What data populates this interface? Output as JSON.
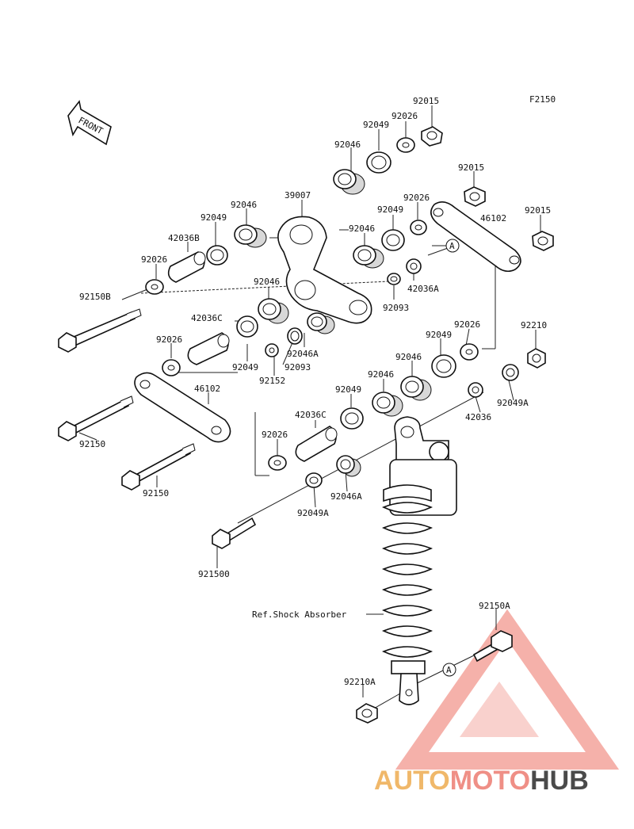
{
  "figure_code": "F2150",
  "front_label": "FRONT",
  "ref_text": "Ref.Shock Absorber",
  "reference_marker": "A",
  "watermark": {
    "part1": "AUTO",
    "part2": "MOTO",
    "part3": "HUB"
  },
  "colors": {
    "watermark_auto": "#f0b86a",
    "watermark_moto": "#ef8f86",
    "watermark_hub": "#4a4a4a",
    "line": "#222222"
  },
  "labels": {
    "p92015a": "92015",
    "p92026a": "92026",
    "p92049a": "92049",
    "p92046a": "92046",
    "p92015b": "92015",
    "p39007": "39007",
    "p92046b": "92046",
    "p92049b": "92049",
    "p92049c": "92049",
    "p92026b": "92026",
    "p46102a": "46102",
    "p92015c": "92015",
    "p42036b": "42036B",
    "p92046c": "92046",
    "p92026c": "92026",
    "p92150b": "92150B",
    "p42036a": "42036A",
    "p92093a": "92093",
    "p92046d": "92046",
    "p42036c1": "42036C",
    "p92026d": "92026",
    "p92210": "92210",
    "p92049d": "92049",
    "p92026e": "92026",
    "p92046e": "92046A",
    "p92093b": "92093",
    "p92046f": "92046",
    "p92152": "92152",
    "p92046g": "92046",
    "p92049e": "92049",
    "p46102b": "46102",
    "p92049f": "92049",
    "p92049g": "92049A",
    "p42036": "42036",
    "p42036c2": "42036C",
    "p92150a": "92150",
    "p92026f": "92026",
    "p92150c": "92150",
    "p92049h": "92049A",
    "p92046h": "92046A",
    "p92150d": "921500",
    "p92150e": "92150A",
    "p92210a": "92210A"
  }
}
